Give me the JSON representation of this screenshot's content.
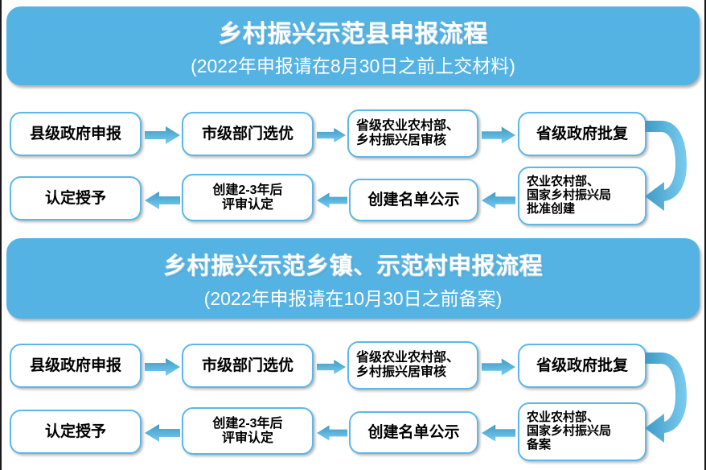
{
  "colors": {
    "banner_bg": "#55b3e4",
    "node_border": "#5bb8e8",
    "node_bg": "#ffffff",
    "arrow_dark": "#3f9ac4",
    "arrow_light": "#74c6ea",
    "text": "#000000",
    "banner_text": "#ffffff"
  },
  "sections": [
    {
      "id": "county-demo-flow",
      "title": "乡村振兴示范县申报流程",
      "subtitle": "(2022年申报请在8月30日之前上交材料)",
      "nodes": [
        {
          "id": "n1",
          "lines": [
            "县级政府申报"
          ]
        },
        {
          "id": "n2",
          "lines": [
            "市级部门选优"
          ]
        },
        {
          "id": "n3",
          "lines": [
            "省级农业农村部、",
            "乡村振兴居审核"
          ]
        },
        {
          "id": "n4",
          "lines": [
            "省级政府批复"
          ]
        },
        {
          "id": "n5",
          "lines": [
            "农业农村部、",
            "国家乡村振兴局",
            "批准创建"
          ]
        },
        {
          "id": "n6",
          "lines": [
            "创建名单公示"
          ]
        },
        {
          "id": "n7",
          "lines": [
            "创建2-3年后",
            "评审认定"
          ]
        },
        {
          "id": "n8",
          "lines": [
            "认定授予"
          ]
        }
      ]
    },
    {
      "id": "township-village-demo-flow",
      "title": "乡村振兴示范乡镇、示范村申报流程",
      "subtitle": "(2022年申报请在10月30日之前备案)",
      "nodes": [
        {
          "id": "m1",
          "lines": [
            "县级政府申报"
          ]
        },
        {
          "id": "m2",
          "lines": [
            "市级部门选优"
          ]
        },
        {
          "id": "m3",
          "lines": [
            "省级农业农村部、",
            "乡村振兴居审核"
          ]
        },
        {
          "id": "m4",
          "lines": [
            "省级政府批复"
          ]
        },
        {
          "id": "m5",
          "lines": [
            "农业农村部、",
            "国家乡村振兴局",
            "备案"
          ]
        },
        {
          "id": "m6",
          "lines": [
            "创建名单公示"
          ]
        },
        {
          "id": "m7",
          "lines": [
            "创建2-3年后",
            "评审认定"
          ]
        },
        {
          "id": "m8",
          "lines": [
            "认定授予"
          ]
        }
      ]
    }
  ]
}
